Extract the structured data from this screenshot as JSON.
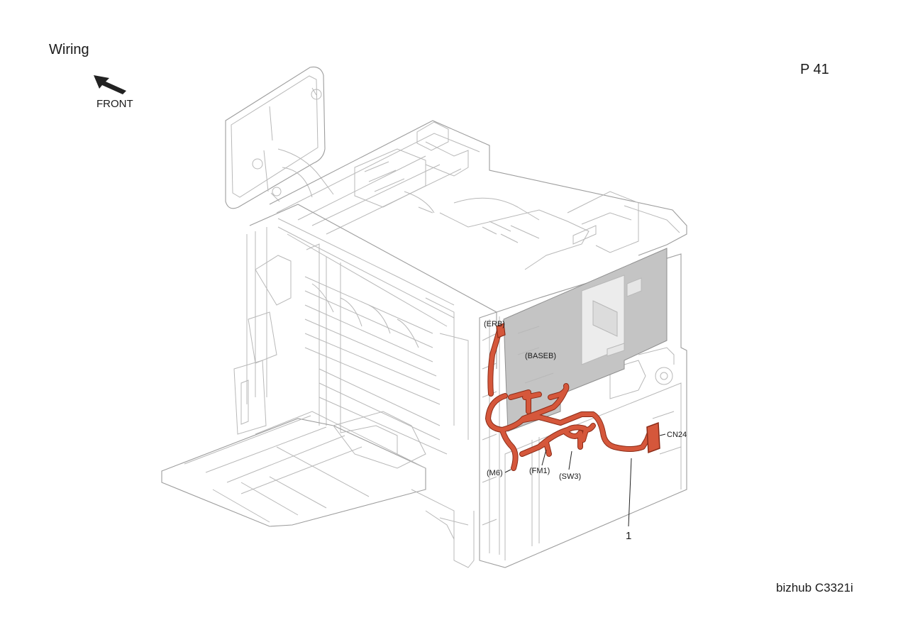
{
  "header": {
    "title": "Wiring",
    "page_number": "P 41"
  },
  "orientation": {
    "label": "FRONT",
    "icon": "front-arrow-icon"
  },
  "footer": {
    "model": "bizhub C3321i"
  },
  "callouts": {
    "erb": "(ERB)",
    "baseb": "(BASEB)",
    "m6": "(M6)",
    "fm1": "(FM1)",
    "sw3": "(SW3)",
    "cn24": "CN24",
    "part_1": "1"
  },
  "colors": {
    "harness": "#d5573b",
    "board": "#c4c4c4",
    "line_art": "#b8b8b8"
  }
}
